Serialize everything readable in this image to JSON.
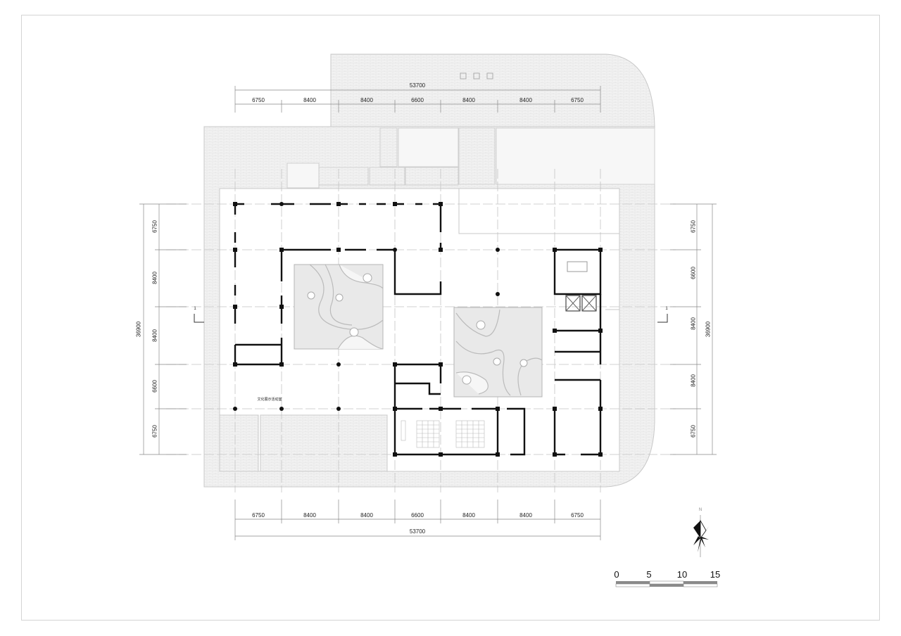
{
  "drawing": {
    "type": "architectural floor plan",
    "frame_color": "#d4d4d4",
    "wall_color": "#111111",
    "paving_color": "#f2f2f2",
    "courtyard_fill": "#e8e8e8",
    "grid_color": "#bdbdbd"
  },
  "dimensions": {
    "top": {
      "total": "53700",
      "segments": [
        "6750",
        "8400",
        "8400",
        "6600",
        "8400",
        "8400",
        "6750"
      ]
    },
    "bottom": {
      "total": "53700",
      "segments": [
        "6750",
        "8400",
        "8400",
        "6600",
        "8400",
        "8400",
        "6750"
      ]
    },
    "left": {
      "total": "36900",
      "segments": [
        "6750",
        "8400",
        "8400",
        "6600",
        "6750"
      ]
    },
    "right": {
      "total": "36900",
      "segments": [
        "6750",
        "6600",
        "8400",
        "8400",
        "6750"
      ]
    }
  },
  "section_markers": {
    "left": "1",
    "right": "1"
  },
  "annotation": {
    "room_label": "文化展示活动室"
  },
  "north_arrow": {
    "label": "N"
  },
  "scale_bar": {
    "ticks": [
      "0",
      "5",
      "10",
      "15"
    ],
    "dark_color": "#8a8a8a"
  }
}
